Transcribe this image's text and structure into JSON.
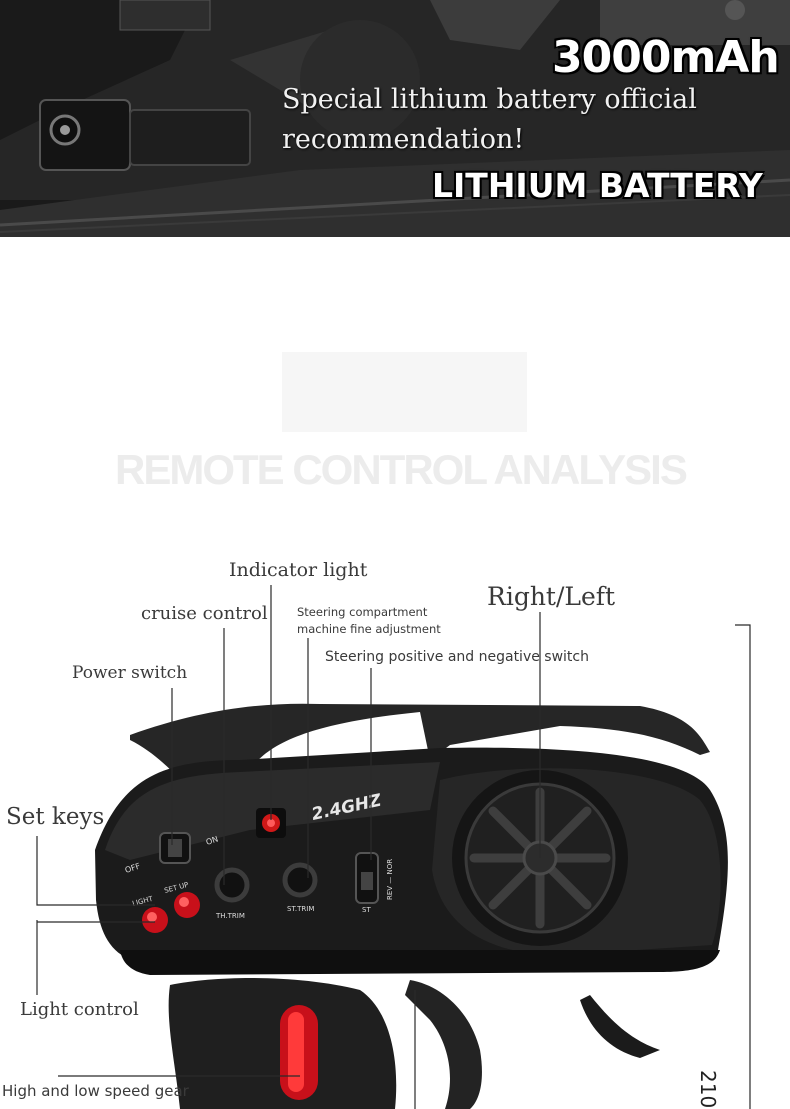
{
  "banner": {
    "capacity": "3000mAh",
    "subtitle_line1": "Special lithium battery official",
    "subtitle_line2": "recommendation!",
    "label": "LITHIUM BATTERY"
  },
  "section_title": "REMOTE CONTROL ANALYSIS",
  "callouts": {
    "indicator_light": "Indicator light",
    "cruise_control": "cruise control",
    "steering_fine_line1": "Steering compartment",
    "steering_fine_line2": "machine fine adjustment",
    "right_left": "Right/Left",
    "steering_switch": "Steering positive and negative switch",
    "power_switch": "Power switch",
    "set_keys": "Set keys",
    "light_control": "Light control",
    "speed_gear": "High and low speed gear"
  },
  "device_markings": {
    "frequency": "2.4GHZ",
    "off": "OFF",
    "on": "ON",
    "light": "LIGHT",
    "setup": "SET UP",
    "th_trim": "TH.TRIM",
    "st_trim": "ST.TRIM",
    "st": "ST",
    "rev_nor": "REV — NOR"
  },
  "page_number": "210"
}
